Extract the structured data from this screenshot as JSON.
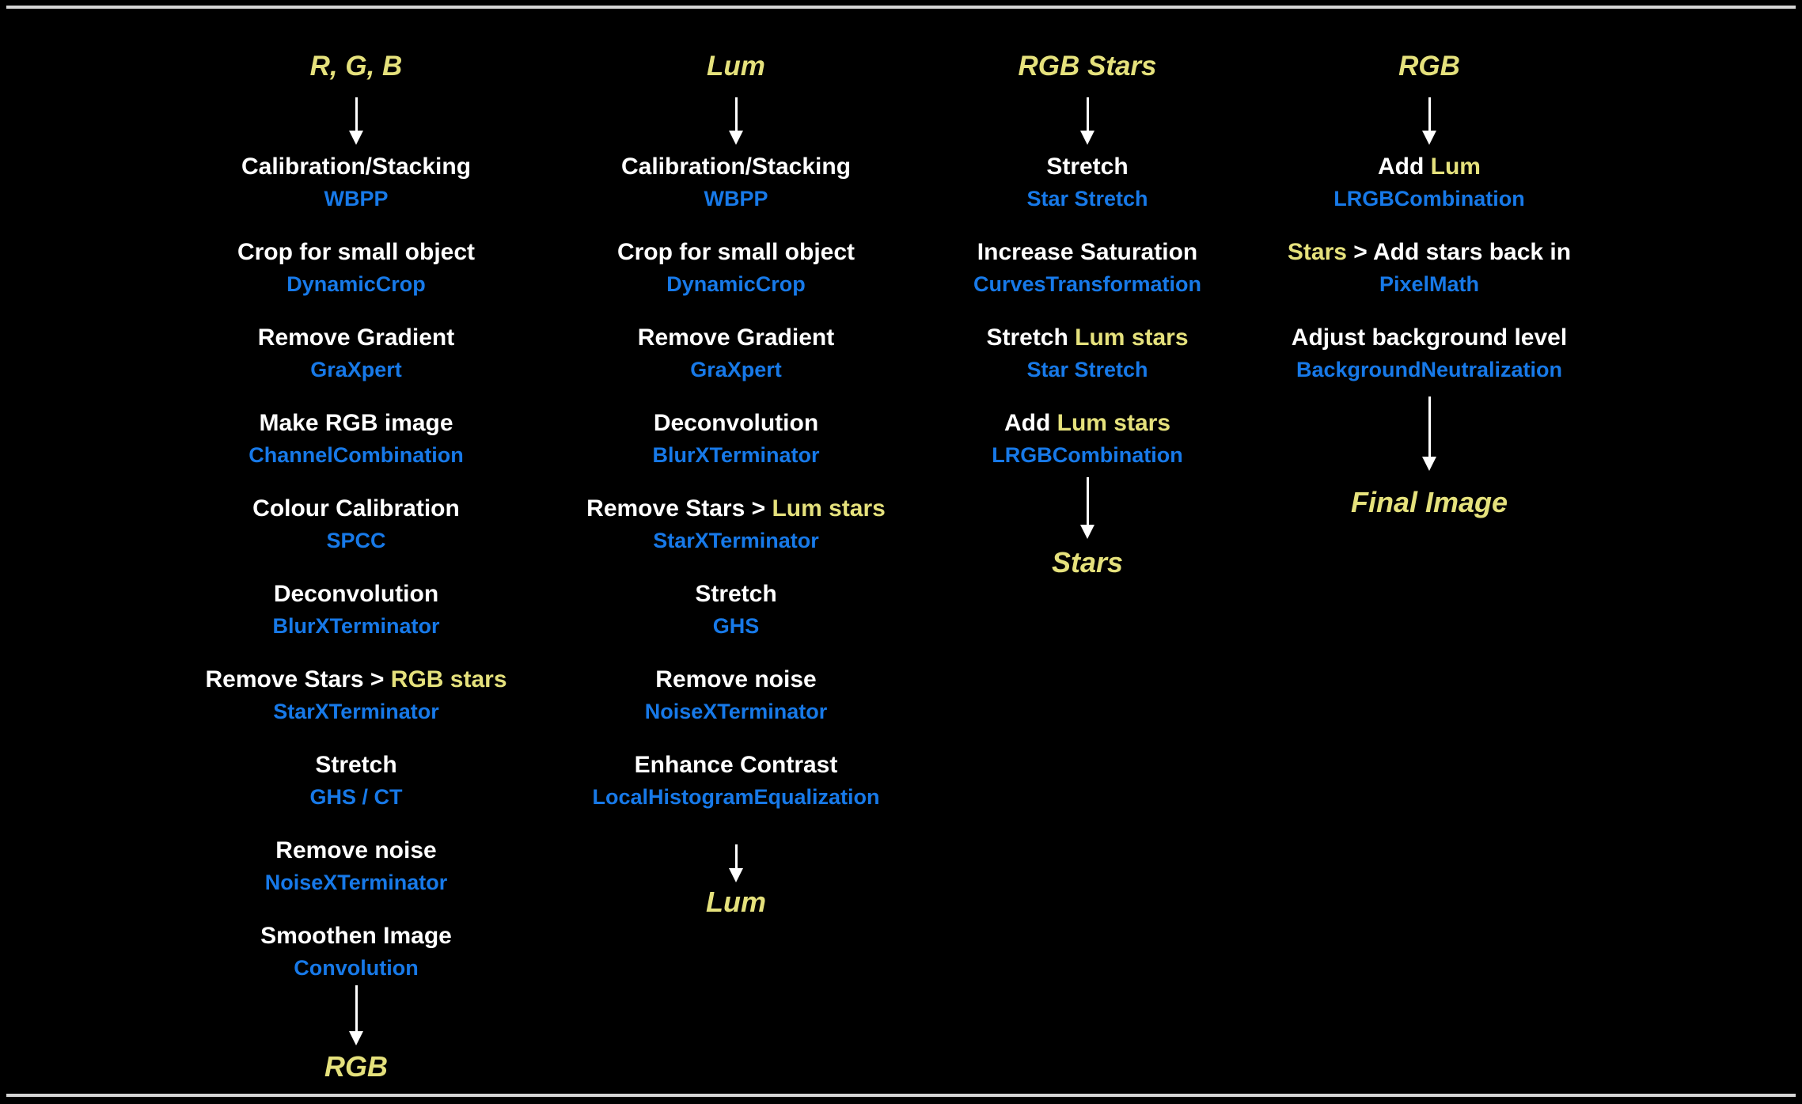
{
  "colors": {
    "background": "#000000",
    "step_text_white": "#ffffff",
    "tool_blue": "#1779e8",
    "highlight_yellow": "#e5e17c",
    "divider_gray": "#d6d6d6"
  },
  "columns": [
    {
      "header": "R, G, B",
      "terminal": "RGB",
      "steps": [
        {
          "pre": "Calibration/Stacking",
          "tool": "WBPP"
        },
        {
          "pre": "Crop for small object",
          "tool": "DynamicCrop"
        },
        {
          "pre": "Remove Gradient",
          "tool": "GraXpert"
        },
        {
          "pre": "Make RGB image",
          "tool": "ChannelCombination"
        },
        {
          "pre": "Colour Calibration",
          "tool": "SPCC"
        },
        {
          "pre": "Deconvolution",
          "tool": "BlurXTerminator"
        },
        {
          "pre": "Remove Stars > ",
          "hl": "RGB stars",
          "tool": "StarXTerminator"
        },
        {
          "pre": "Stretch",
          "tool": "GHS / CT"
        },
        {
          "pre": "Remove noise",
          "tool": "NoiseXTerminator"
        },
        {
          "pre": "Smoothen Image",
          "tool": "Convolution"
        }
      ]
    },
    {
      "header": "Lum",
      "terminal": "Lum",
      "steps": [
        {
          "pre": "Calibration/Stacking",
          "tool": "WBPP"
        },
        {
          "pre": "Crop for small object",
          "tool": "DynamicCrop"
        },
        {
          "pre": "Remove Gradient",
          "tool": "GraXpert"
        },
        {
          "pre": "Deconvolution",
          "tool": "BlurXTerminator"
        },
        {
          "pre": "Remove Stars > ",
          "hl": "Lum stars",
          "tool": "StarXTerminator"
        },
        {
          "pre": "Stretch",
          "tool": "GHS"
        },
        {
          "pre": "Remove noise",
          "tool": "NoiseXTerminator"
        },
        {
          "pre": "Enhance Contrast",
          "tool": "LocalHistogramEqualization"
        }
      ]
    },
    {
      "header": "RGB Stars",
      "terminal": "Stars",
      "steps": [
        {
          "pre": "Stretch",
          "tool": "Star Stretch"
        },
        {
          "pre": "Increase Saturation",
          "tool": "CurvesTransformation"
        },
        {
          "pre": "Stretch ",
          "hl": "Lum stars",
          "tool": "Star Stretch"
        },
        {
          "pre": "Add ",
          "hl": "Lum stars",
          "tool": "LRGBCombination"
        }
      ]
    },
    {
      "header": "RGB",
      "terminal": "Final Image",
      "steps": [
        {
          "pre": "Add ",
          "hl": "Lum",
          "tool": "LRGBCombination"
        },
        {
          "pre": "",
          "hl": "Stars",
          "post": " > Add stars back in",
          "tool": "PixelMath"
        },
        {
          "pre": "Adjust background level",
          "tool": "BackgroundNeutralization"
        }
      ]
    }
  ]
}
